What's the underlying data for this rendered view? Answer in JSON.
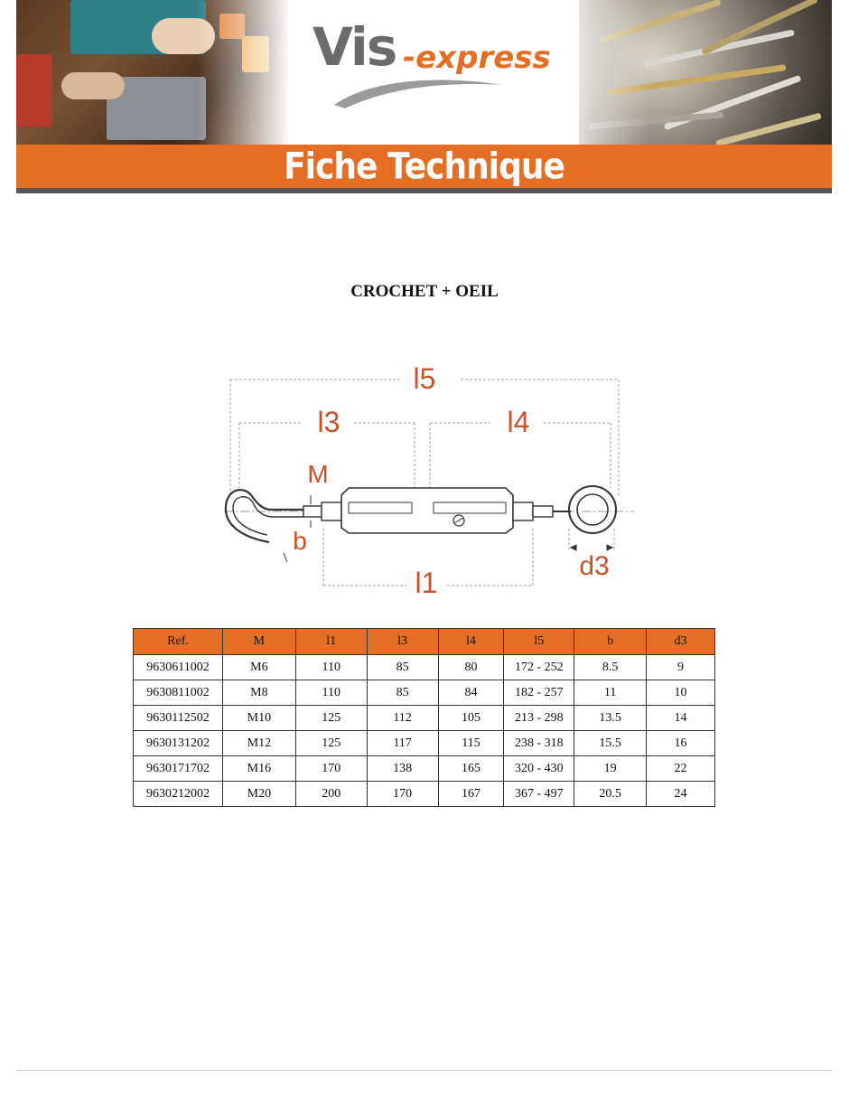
{
  "banner": {
    "logo_main": "Vis",
    "logo_sub": "-express",
    "title": "Fiche Technique",
    "colors": {
      "accent": "#e46e23",
      "logo_gray": "#6b6b6b",
      "bar_shadow": "#555555"
    }
  },
  "product": {
    "title": "CROCHET + OEIL"
  },
  "diagram": {
    "labels": {
      "l5": "l5",
      "l3": "l3",
      "l4": "l4",
      "m": "M",
      "b": "b",
      "l1": "l1",
      "d3": "d3"
    }
  },
  "table": {
    "headers": [
      "Ref.",
      "M",
      "l1",
      "l3",
      "l4",
      "l5",
      "b",
      "d3"
    ],
    "rows": [
      [
        "9630611002",
        "M6",
        "110",
        "85",
        "80",
        "172 - 252",
        "8.5",
        "9"
      ],
      [
        "9630811002",
        "M8",
        "110",
        "85",
        "84",
        "182 - 257",
        "11",
        "10"
      ],
      [
        "9630112502",
        "M10",
        "125",
        "112",
        "105",
        "213 - 298",
        "13.5",
        "14"
      ],
      [
        "9630131202",
        "M12",
        "125",
        "117",
        "115",
        "238 - 318",
        "15.5",
        "16"
      ],
      [
        "9630171702",
        "M16",
        "170",
        "138",
        "165",
        "320 - 430",
        "19",
        "22"
      ],
      [
        "9630212002",
        "M20",
        "200",
        "170",
        "167",
        "367 - 497",
        "20.5",
        "24"
      ]
    ]
  }
}
